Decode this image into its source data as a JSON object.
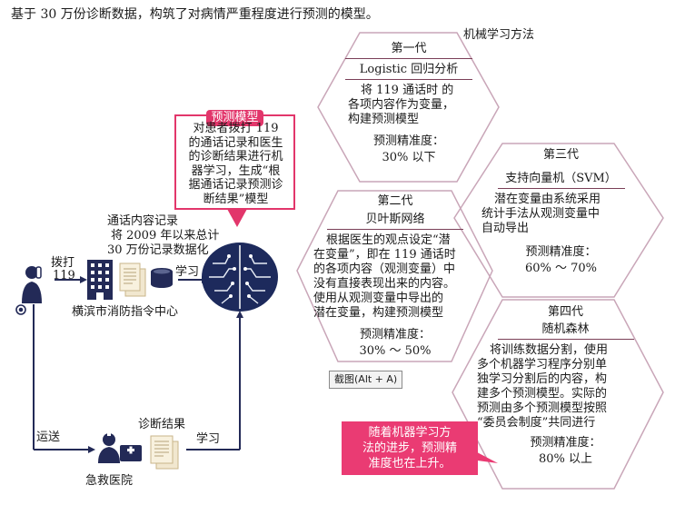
{
  "header": {
    "title": "基于 30 万份诊断数据，构筑了对病情严重程度进行预测的模型。"
  },
  "ml_label": "机械学习方法",
  "model_box": {
    "tag": "预测模型",
    "text_lines": [
      "对患者拨打 119",
      "的通话记录和医生",
      "的诊断结果进行机",
      "器学习，生成“根",
      "据通话记录预测诊",
      "断结果”模型"
    ]
  },
  "flow": {
    "record_label": "通话内容记录",
    "record_desc_1": "将 2009 年以来总计",
    "record_desc_2": "30 万份记录数据化",
    "dial_label": "拨打",
    "dial_number": "119",
    "learn_top": "学习",
    "center_name": "横滨市消防指令中心",
    "transport_label": "运送",
    "diag_label": "诊断结果",
    "learn_bottom": "学习",
    "hospital_name": "急救医院"
  },
  "generations": [
    {
      "gen": "第一代",
      "method": "Logistic 回归分析",
      "desc_lines": [
        "将 119 通话时 的",
        "各项内容作为变量，",
        "构建预测模型"
      ],
      "acc_label": "预测精准度：",
      "acc_value": "30% 以下"
    },
    {
      "gen": "第二代",
      "method": "贝叶斯网络",
      "desc_lines": [
        "根据医生的观点设定“潜",
        "在变量”，即在 119 通话时",
        "的各项内容（观测变量）中",
        "没有直接表现出来的内容。",
        "使用从观测变量中导出的",
        "潜在变量，构建预测模型"
      ],
      "acc_label": "预测精准度：",
      "acc_value": "30% ～ 50%"
    },
    {
      "gen": "第三代",
      "method": "支持向量机（SVM）",
      "desc_lines": [
        "潜在变量由系统采用",
        "统计手法从观测变量中",
        "自动导出"
      ],
      "acc_label": "预测精准度：",
      "acc_value": "60% ～ 70%"
    },
    {
      "gen": "第四代",
      "method": "随机森林",
      "desc_lines": [
        "将训练数据分割，使用",
        "多个机器学习程序分别单",
        "独学习分割后的内容，构",
        "建多个预测模型。实际的",
        "预测由多个预测模型按照",
        "“委员会制度”共同进行"
      ],
      "acc_label": "预测精准度：",
      "acc_value": "80% 以上"
    }
  ],
  "tooltip": "截图(Alt + A)",
  "callout_lines": [
    "随着机器学习方",
    "法的进步，预测精",
    "准度也在上升。"
  ],
  "colors": {
    "accent": "#e2366b",
    "hex_border": "#c9a6b8",
    "brain": "#1d2a5c",
    "flow": "#232a57"
  }
}
